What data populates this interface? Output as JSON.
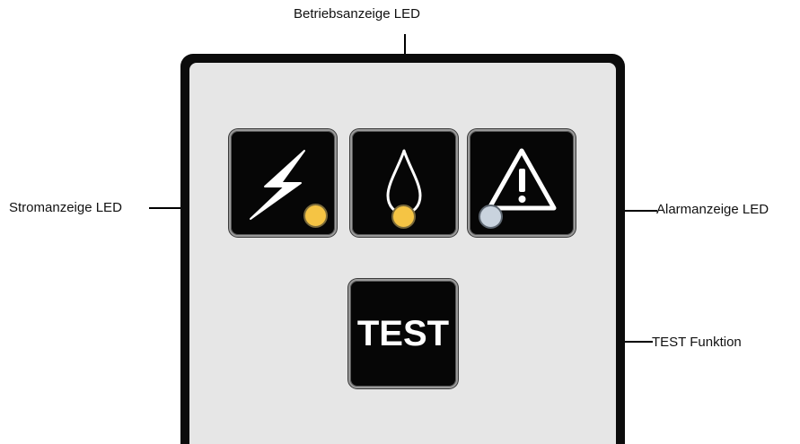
{
  "labels": {
    "power": "Stromanzeige LED",
    "operation": "Betriebsanzeige LED",
    "alarm": "Alarmanzeige LED",
    "test": "TEST Funktion"
  },
  "buttons": {
    "power": {
      "icon": "lightning-bolt-icon",
      "led_state": "on",
      "led_color": "#f5c444"
    },
    "operation": {
      "icon": "drop-icon",
      "led_state": "on",
      "led_color": "#f5c444"
    },
    "alarm": {
      "icon": "warning-triangle-icon",
      "led_state": "off",
      "led_color": "#c9d3de"
    },
    "test": {
      "label": "TEST"
    }
  },
  "colors": {
    "panel_frame": "#0c0c0c",
    "panel_face": "#e6e6e6",
    "button_face": "#060606",
    "led_on": "#f5c444",
    "led_off": "#c9d3de"
  }
}
